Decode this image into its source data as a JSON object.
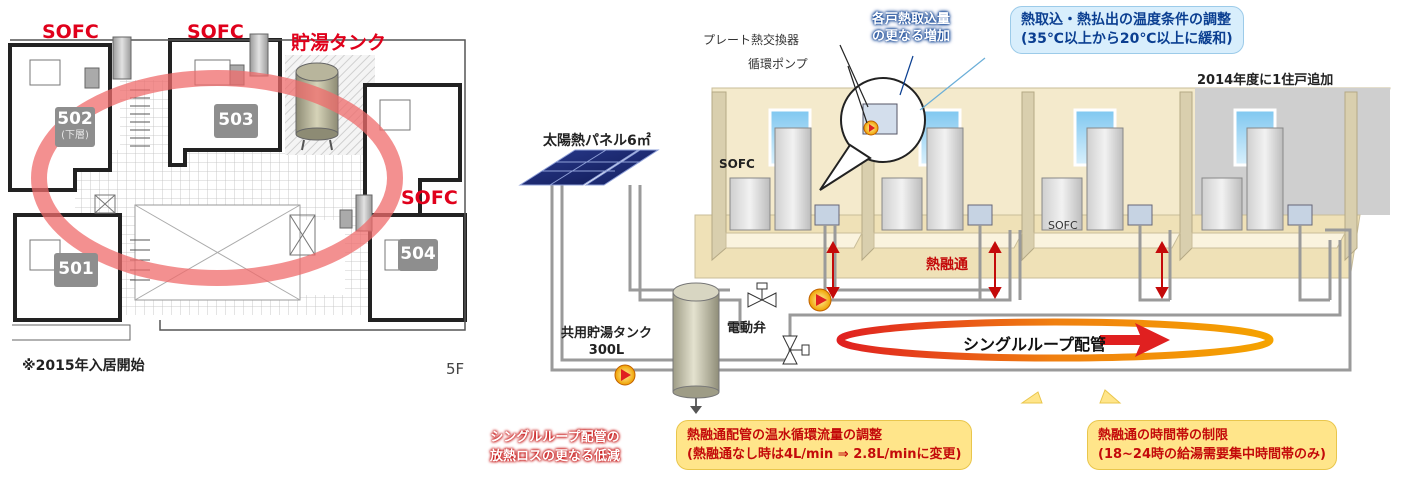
{
  "floor_plan": {
    "sofc_label_1": "SOFC",
    "sofc_label_2": "SOFC",
    "tank_label": "貯湯タンク",
    "sofc_label_3": "SOFC",
    "rooms": [
      {
        "number": "502",
        "sub": "(下層)"
      },
      {
        "number": "503",
        "sub": ""
      },
      {
        "number": "501",
        "sub": ""
      },
      {
        "number": "504",
        "sub": ""
      }
    ],
    "note": "※2015年入居開始",
    "floor": "5F"
  },
  "system": {
    "plate_exchanger": "プレート熱交換器",
    "pump": "循環ポンプ",
    "callout_increase": [
      "各戸熱取込量",
      "の更なる増加"
    ],
    "callout_temp": [
      "熱取込・熱払出の温度条件の調整",
      "(35℃以上から20℃以上に緩和)"
    ],
    "added_2014": "2014年度に1住戸追加",
    "solar_panel": "太陽熱パネル6㎡",
    "sofc_unit_1": "SOFC",
    "sofc_unit_3": "SOFC",
    "heat_transfer": "熱融通",
    "shared_tank": [
      "共用貯湯タンク",
      "300L"
    ],
    "valve": "電動弁",
    "single_loop": "シングルループ配管",
    "loss_reduction": [
      "シングルループ配管の",
      "放熱ロスの更なる低減"
    ],
    "callout_flow": [
      "熱融通配管の温水循環流量の調整",
      "(熱融通なし時は4L/min ⇒ 2.8L/minに変更)"
    ],
    "callout_time": [
      "熱融通の時間帯の制限",
      "(18~24時の給湯需要集中時間帯のみ)"
    ]
  },
  "colors": {
    "sofc_red": "#e0001b",
    "ring_pink": "#ef6b6b",
    "callout_blue": "#d8eefc",
    "callout_yellow": "#ffe58a",
    "loop_arrow_red": "#e02020",
    "loop_arrow_orange": "#f5a300",
    "building_beige": "#f2e7c9",
    "pipe_gray": "#9a9a9a"
  }
}
